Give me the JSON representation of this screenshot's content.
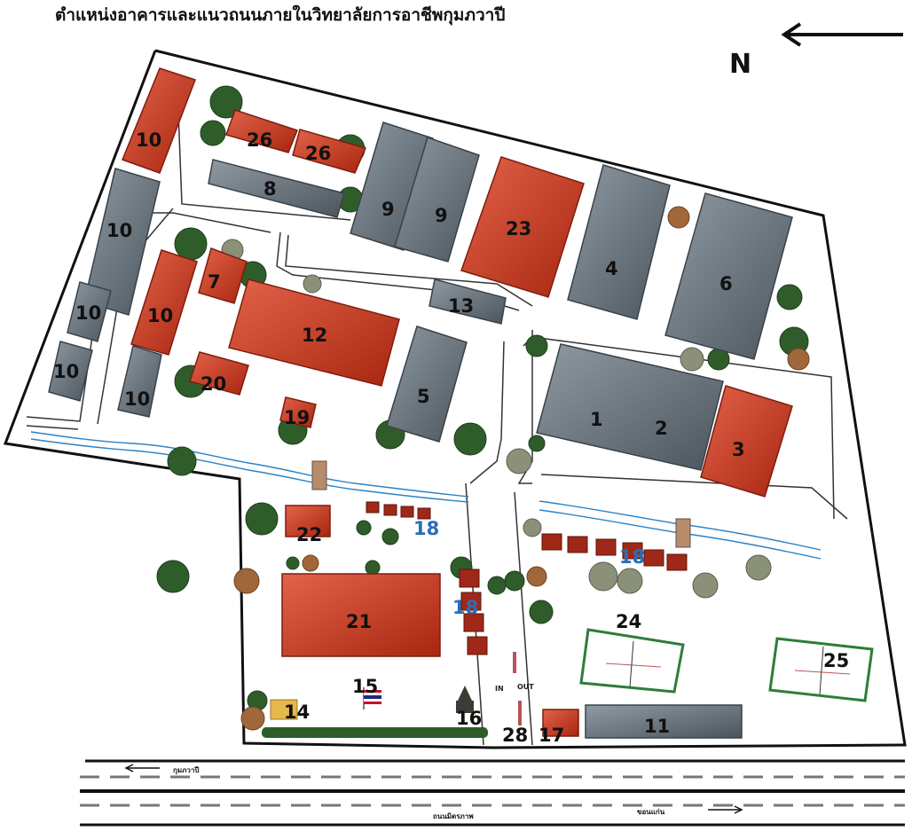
{
  "title": "ตำแหน่งอาคารและแนวถนนภายในวิทยาลัยการอาชีพกุมภวาปี",
  "compass": {
    "label": "N"
  },
  "buildings": [
    {
      "id": "b10a",
      "label": "10"
    },
    {
      "id": "b10b",
      "label": "10"
    },
    {
      "id": "b10c",
      "label": "10"
    },
    {
      "id": "b10d",
      "label": "10"
    },
    {
      "id": "b10e",
      "label": "10"
    },
    {
      "id": "b10f",
      "label": "10"
    },
    {
      "id": "b26a",
      "label": "26"
    },
    {
      "id": "b26b",
      "label": "26"
    },
    {
      "id": "b8",
      "label": "8"
    },
    {
      "id": "b9a",
      "label": "9"
    },
    {
      "id": "b9b",
      "label": "9"
    },
    {
      "id": "b23",
      "label": "23"
    },
    {
      "id": "b4",
      "label": "4"
    },
    {
      "id": "b6",
      "label": "6"
    },
    {
      "id": "b7",
      "label": "7"
    },
    {
      "id": "b12",
      "label": "12"
    },
    {
      "id": "b13",
      "label": "13"
    },
    {
      "id": "b20",
      "label": "20"
    },
    {
      "id": "b19",
      "label": "19"
    },
    {
      "id": "b5",
      "label": "5"
    },
    {
      "id": "b1",
      "label": "1"
    },
    {
      "id": "b2",
      "label": "2"
    },
    {
      "id": "b3",
      "label": "3"
    },
    {
      "id": "b22",
      "label": "22"
    },
    {
      "id": "b21",
      "label": "21"
    },
    {
      "id": "b18a",
      "label": "18"
    },
    {
      "id": "b18b",
      "label": "18"
    },
    {
      "id": "b18c",
      "label": "18"
    },
    {
      "id": "b15",
      "label": "15"
    },
    {
      "id": "b14",
      "label": "14"
    },
    {
      "id": "b16",
      "label": "16"
    },
    {
      "id": "b28",
      "label": "28"
    },
    {
      "id": "b17",
      "label": "17"
    },
    {
      "id": "b11",
      "label": "11"
    },
    {
      "id": "b24",
      "label": "24"
    },
    {
      "id": "b25",
      "label": "25"
    }
  ],
  "gate": {
    "in_label": "IN",
    "out_label": "OUT"
  },
  "roads": {
    "upper_label": "กุมภวาปี",
    "lower_label": "ถนนมิตรภาพ",
    "right_label": "ขอนแก่น"
  },
  "colors": {
    "red_roof": "#c1331d",
    "gray_roof": "#5d6770",
    "grass_line": "#2e7d3b",
    "stream": "#2a83c6",
    "tree": "#2f5d2a"
  }
}
